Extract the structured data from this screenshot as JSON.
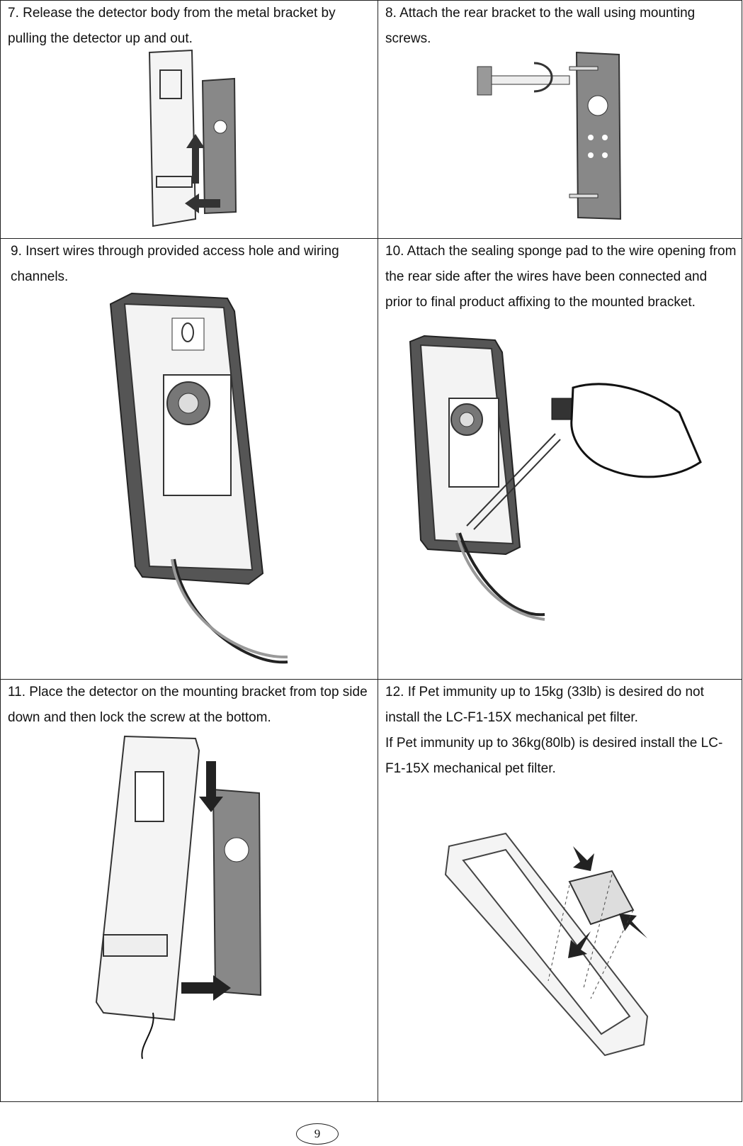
{
  "steps": [
    {
      "text": "7. Release the detector body from the metal bracket by pulling the detector up and out."
    },
    {
      "text": "8. Attach the rear bracket to the wall using mounting screws."
    },
    {
      "text": "9. Insert wires through provided access hole and wiring channels."
    },
    {
      "text": "10. Attach the sealing sponge pad to the wire opening from the rear side after the wires have been connected and prior to final product affixing to the mounted bracket."
    },
    {
      "text": "11. Place the detector on the mounting bracket from top side down and then lock the screw at the bottom."
    },
    {
      "text": "12. If Pet immunity up to 15kg (33lb) is desired do not install the LC-F1-15X mechanical pet filter.",
      "text2": "If Pet immunity up to 36kg(80lb) is desired install the LC-F1-15X mechanical pet filter."
    }
  ],
  "page_number": "9"
}
